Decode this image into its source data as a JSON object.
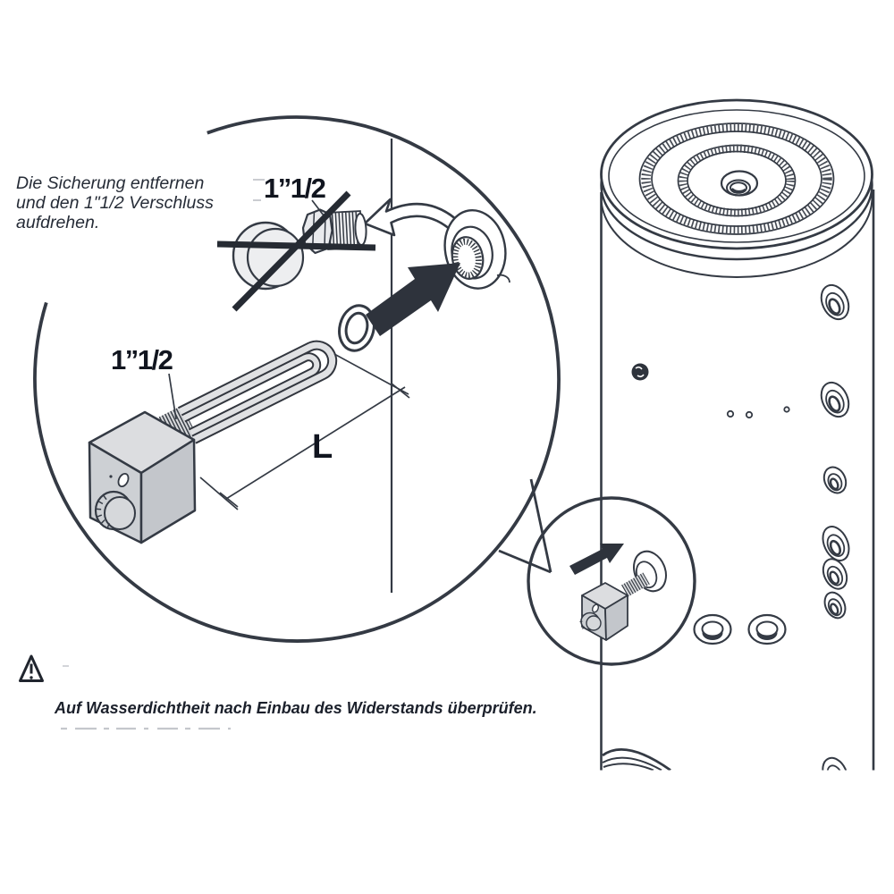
{
  "diagram": {
    "note": {
      "lines": [
        "Die Sicherung entfernen",
        "und den 1\"1/2 Verschluss",
        "aufdrehen."
      ]
    },
    "labels": {
      "plug_size": "1”1/2",
      "element_size": "1”1/2",
      "length": "L"
    },
    "warning": {
      "text": "Auf Wasserdichtheit nach Einbau des Widerstands überprüfen."
    },
    "icons": {
      "warning": "warning-triangle-icon",
      "rotate": "rotate-arrow-icon",
      "insert_large": "insert-arrow-icon",
      "insert_small": "insert-arrow-small-icon",
      "cross_out": "cross-out-icon"
    },
    "colors": {
      "ink": "#343a44",
      "ink_strong": "#262b33",
      "fill_light": "#cdd0d4",
      "fill_lighter": "#eceef0",
      "fill_top": "#dcdde0",
      "faint": "#c4c7cc",
      "text": "#1b202b"
    }
  }
}
